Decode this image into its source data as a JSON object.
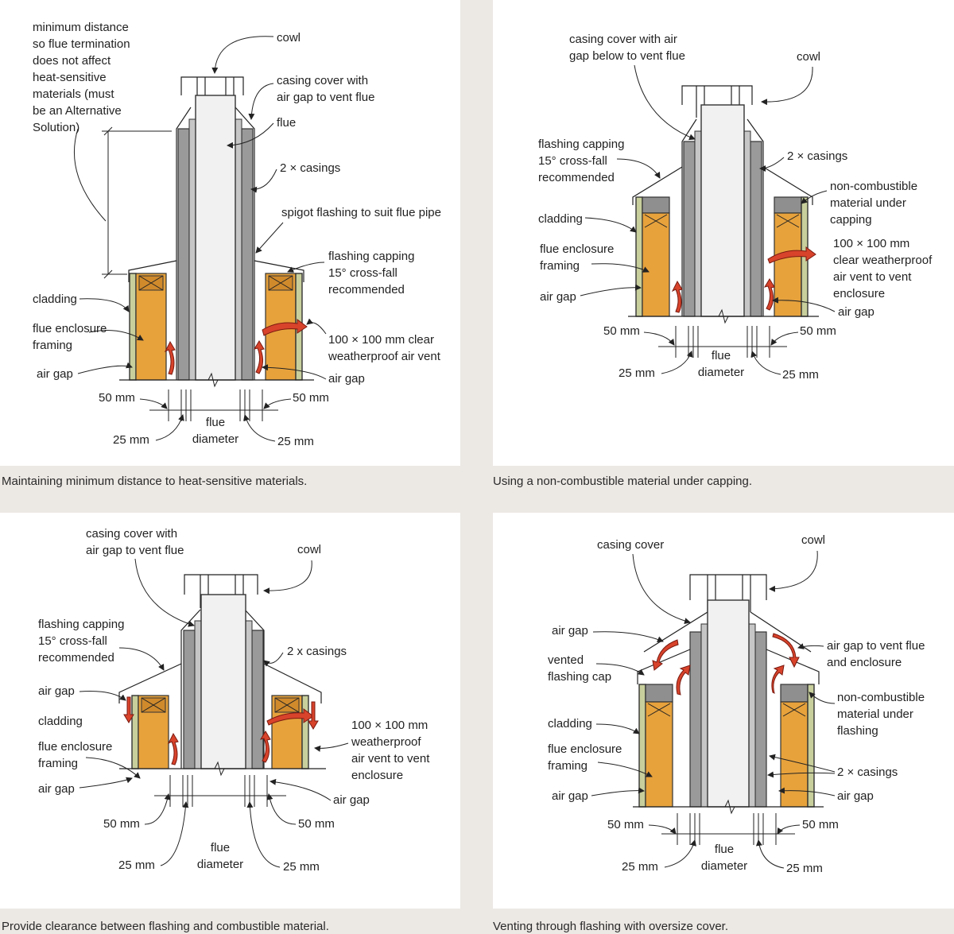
{
  "panels": [
    {
      "caption": "Maintaining minimum distance to heat-sensitive materials.",
      "labels": {
        "min_distance": [
          "minimum distance",
          "so flue termination",
          "does not affect",
          "heat-sensitive",
          "materials (must",
          "be an Alternative",
          "Solution)"
        ],
        "cowl": "cowl",
        "casing_cover": [
          "casing cover with",
          "air gap to vent flue"
        ],
        "flue": "flue",
        "casings": "2 × casings",
        "spigot": "spigot flashing to suit flue pipe",
        "flashing_capping": [
          "flashing capping",
          "15° cross-fall",
          "recommended"
        ],
        "cladding": "cladding",
        "framing": [
          "flue enclosure",
          "framing"
        ],
        "air_vent": [
          "100 × 100 mm clear",
          "weatherproof air vent"
        ],
        "air_gap_left": "air gap",
        "air_gap_right": "air gap",
        "mm50_left": "50 mm",
        "mm50_right": "50 mm",
        "mm25_left": "25 mm",
        "mm25_right": "25 mm",
        "flue_diameter": [
          "flue",
          "diameter"
        ]
      }
    },
    {
      "caption": "Using a non-combustible material under capping.",
      "labels": {
        "casing_cover": [
          "casing cover with air",
          "gap below to vent flue"
        ],
        "cowl": "cowl",
        "flashing_capping": [
          "flashing capping",
          "15° cross-fall",
          "recommended"
        ],
        "casings": "2 × casings",
        "noncomb": [
          "non-combustible",
          "material under",
          "capping"
        ],
        "cladding": "cladding",
        "air_vent": [
          "100 × 100 mm",
          "clear weatherproof",
          "air vent to vent",
          "enclosure"
        ],
        "framing": [
          "flue enclosure",
          "framing"
        ],
        "air_gap_left": "air gap",
        "air_gap_right": "air gap",
        "mm50_left": "50 mm",
        "mm50_right": "50 mm",
        "mm25_left": "25 mm",
        "mm25_right": "25 mm",
        "flue_diameter": [
          "flue",
          "diameter"
        ]
      }
    },
    {
      "caption": "Provide clearance between flashing and combustible material.",
      "labels": {
        "casing_cover": [
          "casing cover with",
          "air gap to vent flue"
        ],
        "cowl": "cowl",
        "flashing_capping": [
          "flashing capping",
          "15° cross-fall",
          "recommended"
        ],
        "casings": "2 x casings",
        "air_gap_top": "air gap",
        "cladding": "cladding",
        "framing": [
          "flue enclosure",
          "framing"
        ],
        "air_vent": [
          "100 × 100 mm",
          "weatherproof",
          "air vent to vent",
          "enclosure"
        ],
        "air_gap_left": "air gap",
        "air_gap_right": "air gap",
        "mm50_left": "50 mm",
        "mm50_right": "50 mm",
        "mm25_left": "25 mm",
        "mm25_right": "25 mm",
        "flue_diameter": [
          "flue",
          "diameter"
        ]
      }
    },
    {
      "caption": "Venting through flashing with oversize cover.",
      "labels": {
        "casing_cover": "casing cover",
        "cowl": "cowl",
        "air_gap_top": "air gap",
        "vented_cap": [
          "vented",
          "flashing cap"
        ],
        "air_gap_vent": [
          "air gap to vent flue",
          "and enclosure"
        ],
        "noncomb": [
          "non-combustible",
          "material under",
          "flashing"
        ],
        "cladding": "cladding",
        "framing": [
          "flue enclosure",
          "framing"
        ],
        "casings": "2 × casings",
        "air_gap_left": "air gap",
        "air_gap_right": "air gap",
        "mm50_left": "50 mm",
        "mm50_right": "50 mm",
        "mm25_left": "25 mm",
        "mm25_right": "25 mm",
        "flue_diameter": [
          "flue",
          "diameter"
        ]
      }
    }
  ],
  "colors": {
    "background": "#ece8e4",
    "panel": "#ffffff",
    "framing": "#e7a23c",
    "cladding": "#c8cf9c",
    "casing": "#9a9a9a",
    "noncombustible": "#8f8f8f",
    "airflow_arrow": "#d8432b"
  }
}
